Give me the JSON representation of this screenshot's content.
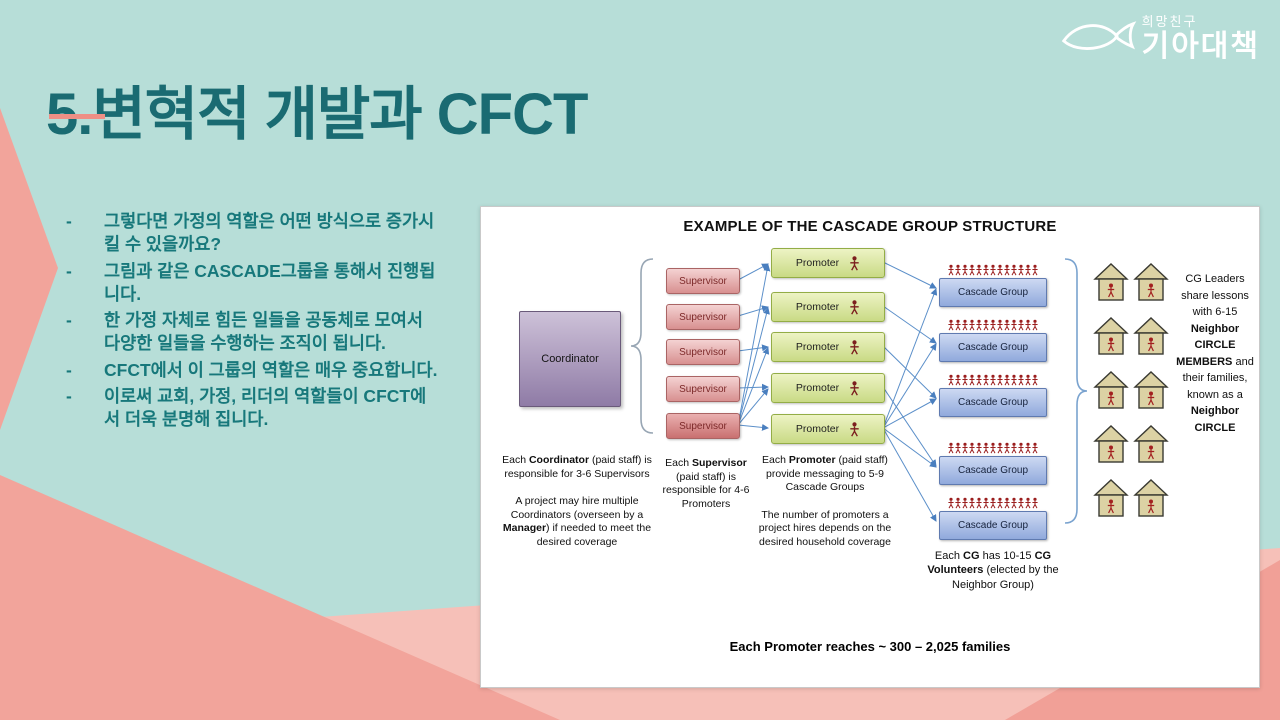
{
  "slide": {
    "background_color": "#b7ded8",
    "accent_pink": "#f2a49b",
    "title": {
      "number": "5.",
      "text": "변혁적 개발과 CFCT",
      "color": "#1a6b72"
    },
    "logo": {
      "subtitle": "희망친구",
      "title": "기아대책"
    },
    "bullets": [
      "그렇다면 가정의 역할은 어떤 방식으로 증가시킬 수 있을까요?",
      "그림과 같은 CASCADE그룹을 통해서 진행됩니다.",
      "한 가정 자체로 힘든 일들을 공동체로 모여서 다양한 일들을 수행하는 조직이 됩니다.",
      "CFCT에서 이 그룹의 역할은 매우 중요합니다.",
      "이로써 교회, 가정, 리더의 역할들이 CFCT에서 더욱 분명해 집니다."
    ]
  },
  "diagram": {
    "title": "EXAMPLE OF THE CASCADE GROUP STRUCTURE",
    "coordinator_label": "Coordinator",
    "supervisor_label": "Supervisor",
    "supervisor_count": 5,
    "promoter_label": "Promoter",
    "promoter_count": 5,
    "cascade_group_label": "Cascade Group",
    "cascade_group_count": 5,
    "volunteers_shown_per_group": 13,
    "house_count": 10,
    "captions": {
      "coordinator": "Each **Coordinator** (paid staff) is responsible for 3-6 Supervisors\n\nA project may hire multiple Coordinators (overseen by a **Manager**) if needed to meet the desired coverage",
      "supervisor": "Each **Supervisor** (paid staff) is responsible for 4-6 Promoters",
      "promoter": "Each **Promoter** (paid staff) provide messaging to 5-9 Cascade Groups\n\nThe number of promoters a project hires depends on the desired household coverage",
      "cascade_group": "Each **CG** has 10-15 **CG Volunteers** (elected by the Neighbor Group)",
      "neighbor_circle": "CG Leaders share lessons with 6-15 **Neighbor CIRCLE MEMBERS** and their families, known as a **Neighbor CIRCLE**",
      "footer": "Each Promoter reaches ~ 300 – 2,025 families"
    },
    "colors": {
      "coordinator": "#9c88b4",
      "supervisor": "#d89090",
      "promoter": "#c9da85",
      "cascade_group": "#90a9dc",
      "arrow": "#5b8fc9",
      "figure_red": "#9b1f1f",
      "house": "#dcd2a4"
    }
  }
}
